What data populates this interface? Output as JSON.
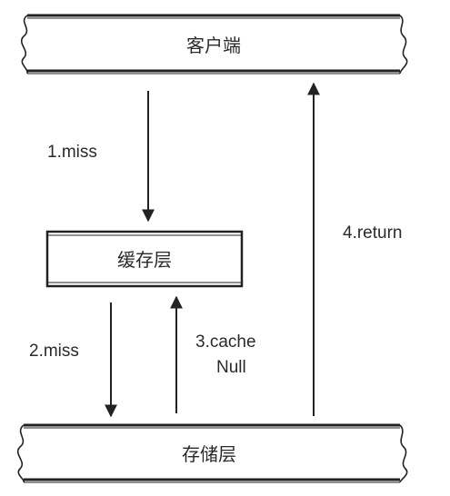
{
  "boxes": {
    "client": "客户端",
    "cache": "缓存层",
    "storage": "存储层"
  },
  "arrows": {
    "step1": "1.miss",
    "step2": "2.miss",
    "step3_line1": "3.cache",
    "step3_line2": "Null",
    "step4": "4.return"
  },
  "colors": {
    "stroke": "#222222",
    "background": "#ffffff"
  }
}
